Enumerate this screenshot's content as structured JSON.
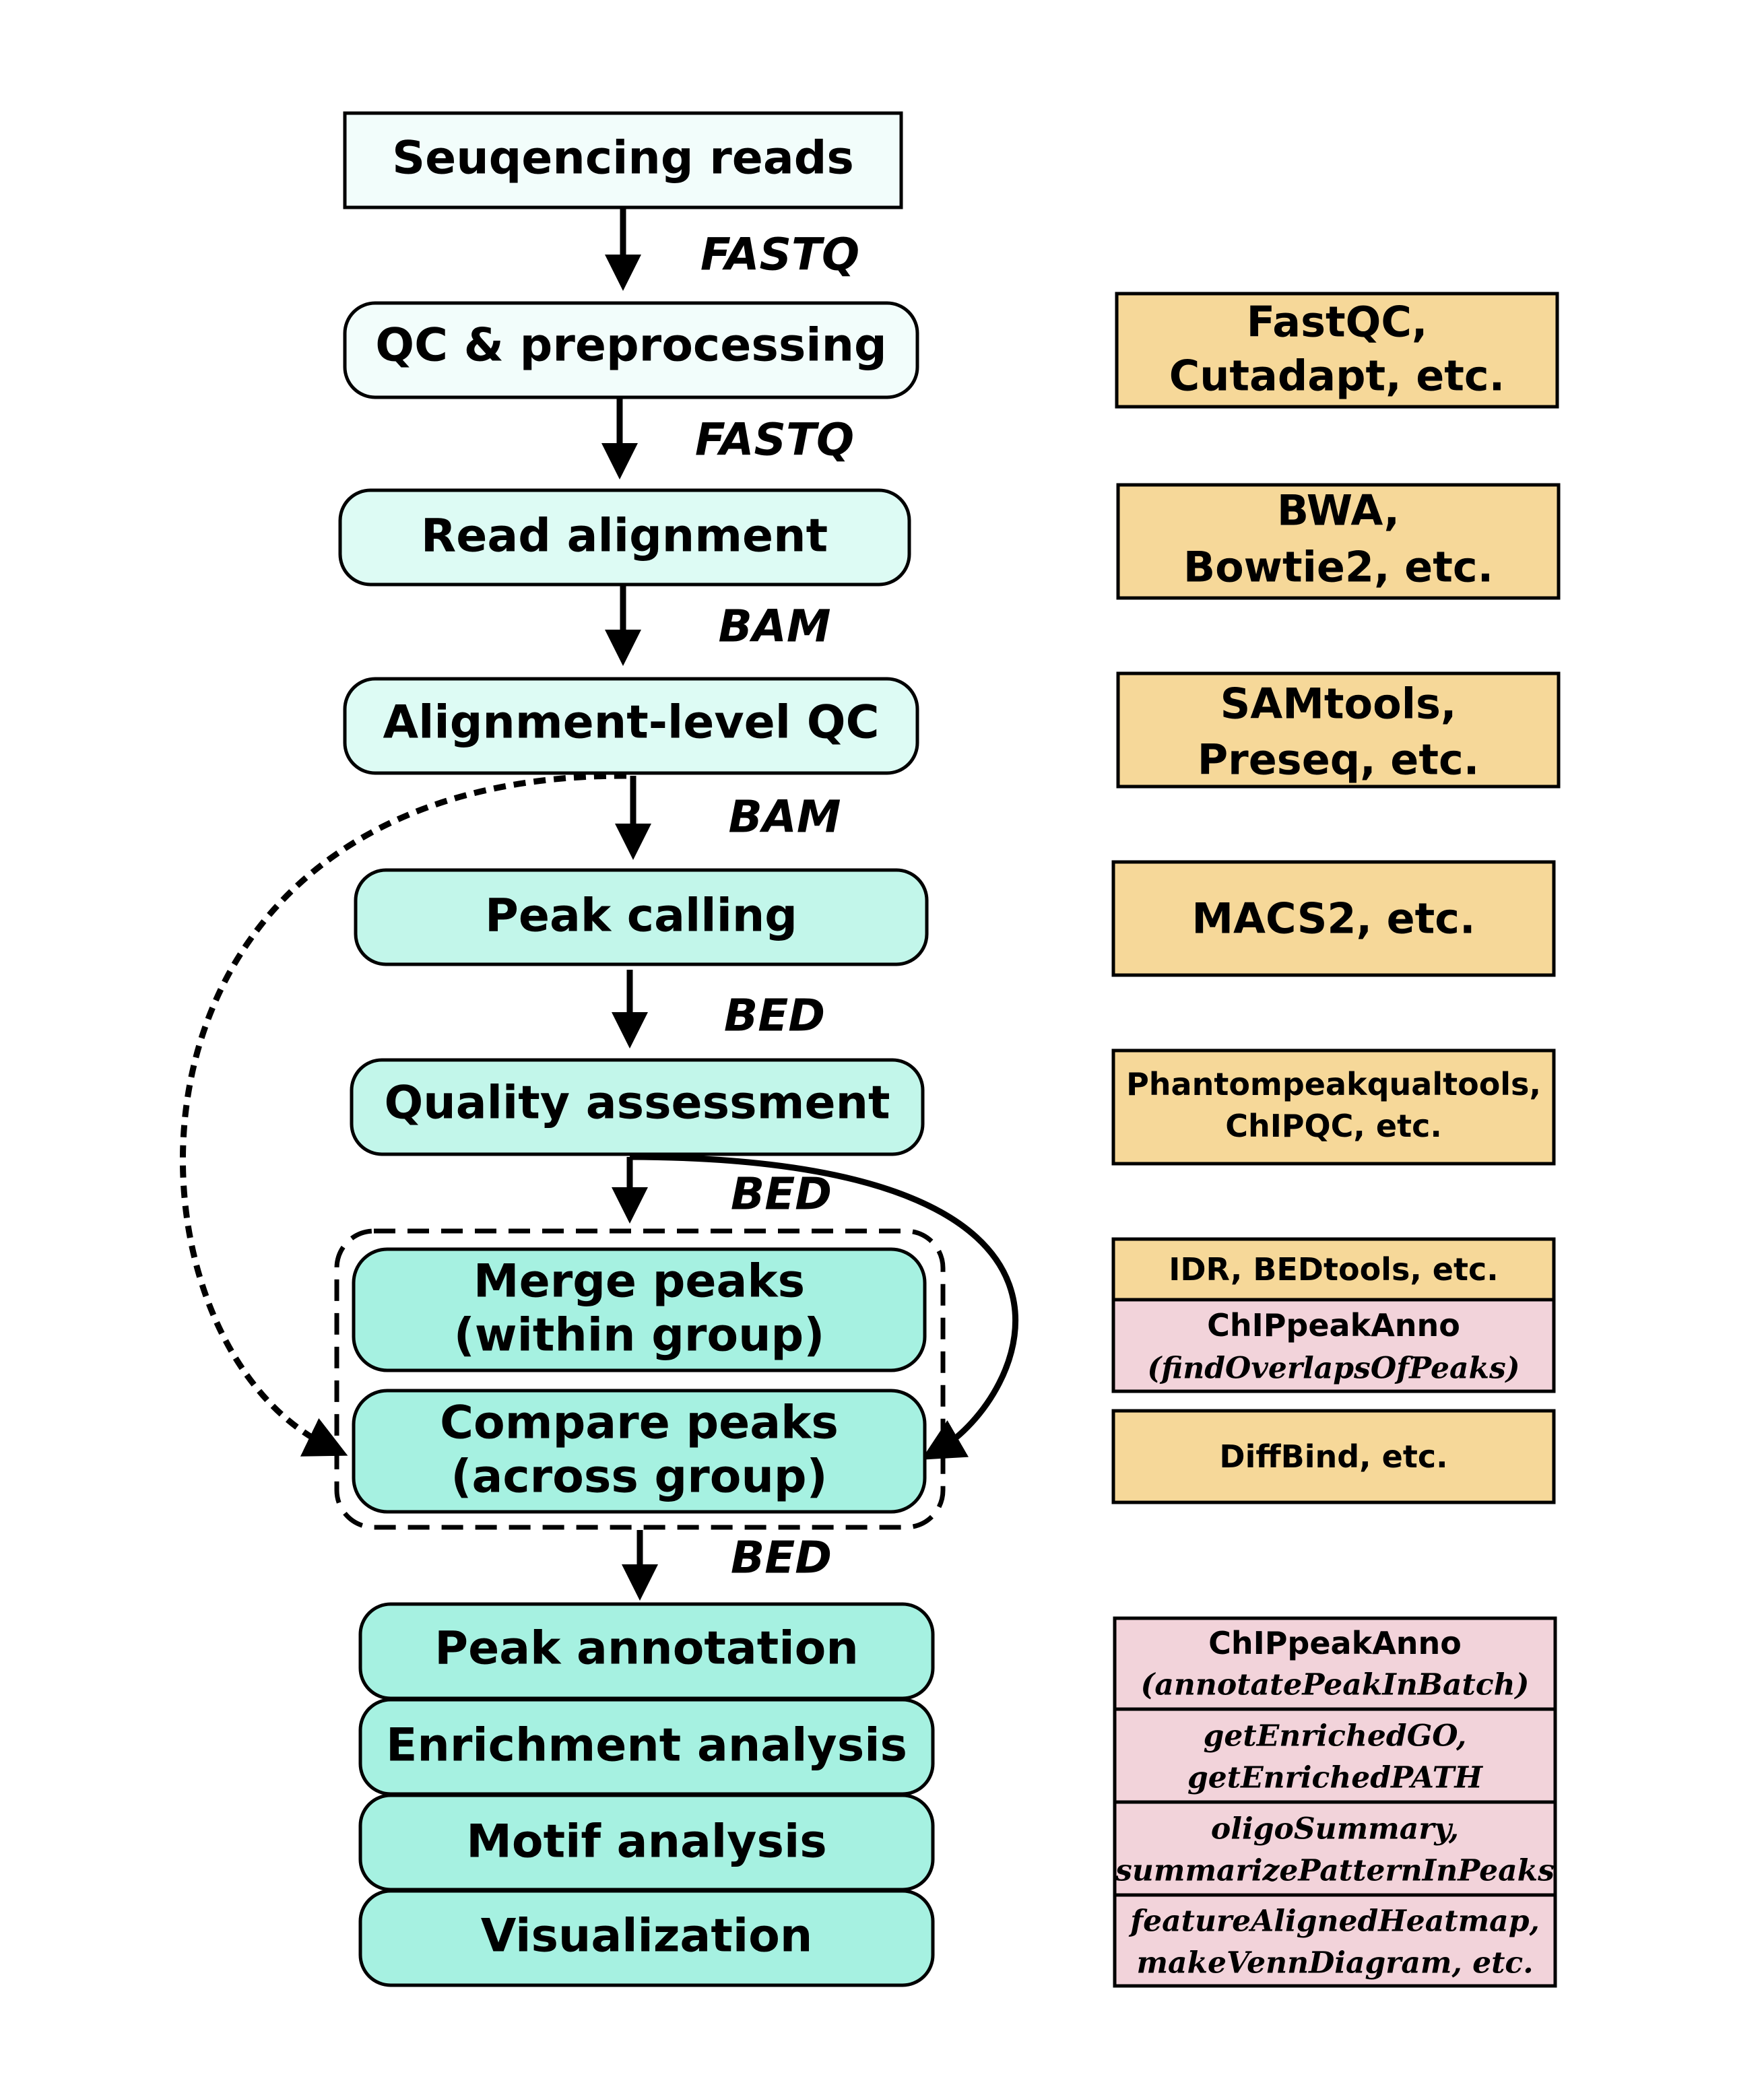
{
  "colors": {
    "step_top": "#f2fdfb",
    "step_light": "#ddfbf4",
    "step_mid": "#c2f6ea",
    "step_dark": "#a6f1e1",
    "tool_orange": "#f6d899",
    "tool_pink": "#f2d3da"
  },
  "steps": [
    {
      "label": "Seuqencing reads"
    },
    {
      "label": "QC & preprocessing"
    },
    {
      "label": "Read alignment"
    },
    {
      "label": "Alignment-level QC"
    },
    {
      "label": "Peak calling"
    },
    {
      "label": "Quality assessment"
    },
    {
      "line1": "Merge peaks",
      "line2": "(within group)"
    },
    {
      "line1": "Compare peaks",
      "line2": "(across group)"
    },
    {
      "label": "Peak annotation"
    },
    {
      "label": "Enrichment analysis"
    },
    {
      "label": "Motif analysis"
    },
    {
      "label": "Visualization"
    }
  ],
  "formats": [
    "FASTQ",
    "FASTQ",
    "BAM",
    "BAM",
    "BED",
    "BED",
    "BED"
  ],
  "tools": {
    "fastqc": {
      "line1": "FastQC,",
      "line2": "Cutadapt, etc."
    },
    "bwa": {
      "line1": "BWA,",
      "line2": "Bowtie2, etc."
    },
    "samtools": {
      "line1": "SAMtools,",
      "line2": "Preseq, etc."
    },
    "macs2": {
      "label": "MACS2, etc."
    },
    "phantom": {
      "line1": "Phantompeakqualtools,",
      "line2": "ChIPQC, etc."
    },
    "idr": {
      "label": "IDR, BEDtools, etc."
    },
    "chippeakanno_overlap": {
      "line1": "ChIPpeakAnno",
      "line2": "(findOverlapsOfPeaks)"
    },
    "diffbind": {
      "label": "DiffBind, etc."
    },
    "chippeakanno_annot": {
      "line1": "ChIPpeakAnno",
      "line2": "(annotatePeakInBatch)"
    },
    "enrich": {
      "line1": "getEnrichedGO,",
      "line2": "getEnrichedPATH"
    },
    "motif": {
      "line1": "oligoSummary,",
      "line2": "summarizePatternInPeaks"
    },
    "viz": {
      "line1": "featureAlignedHeatmap,",
      "line2": "makeVennDiagram, etc."
    }
  }
}
